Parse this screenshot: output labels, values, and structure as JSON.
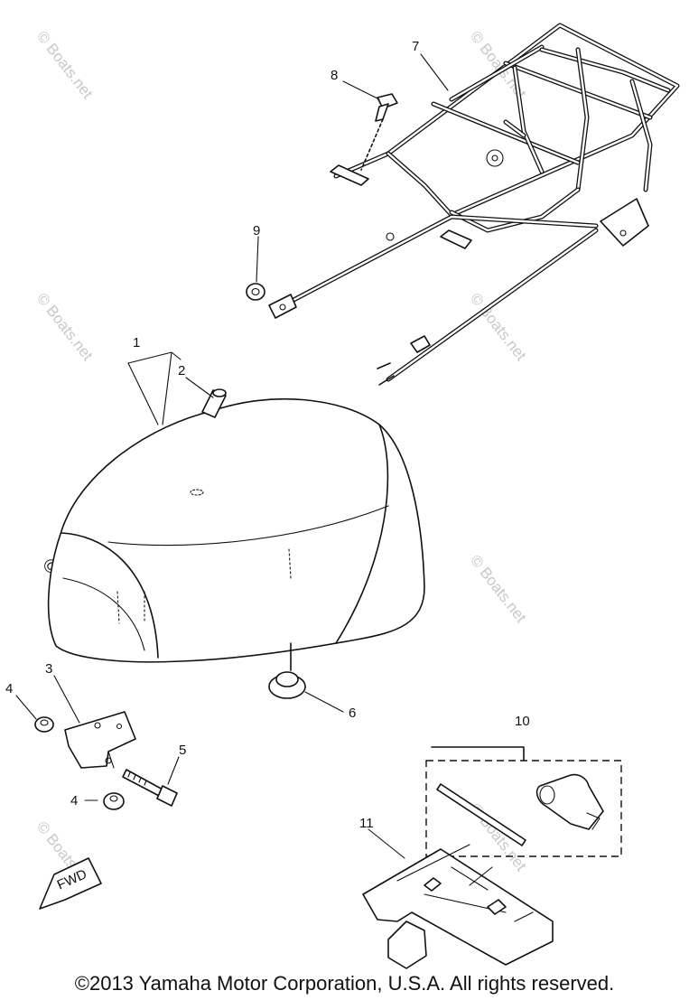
{
  "callouts": {
    "c1": "1",
    "c2": "2",
    "c3": "3",
    "c4a": "4",
    "c4b": "4",
    "c5": "5",
    "c6": "6",
    "c7": "7",
    "c8": "8",
    "c9": "9",
    "c10": "10",
    "c11": "11"
  },
  "fwd_label": "FWD",
  "watermark": "© Boats.net",
  "copyright": "©2013 Yamaha Motor Corporation, U.S.A. All rights reserved."
}
